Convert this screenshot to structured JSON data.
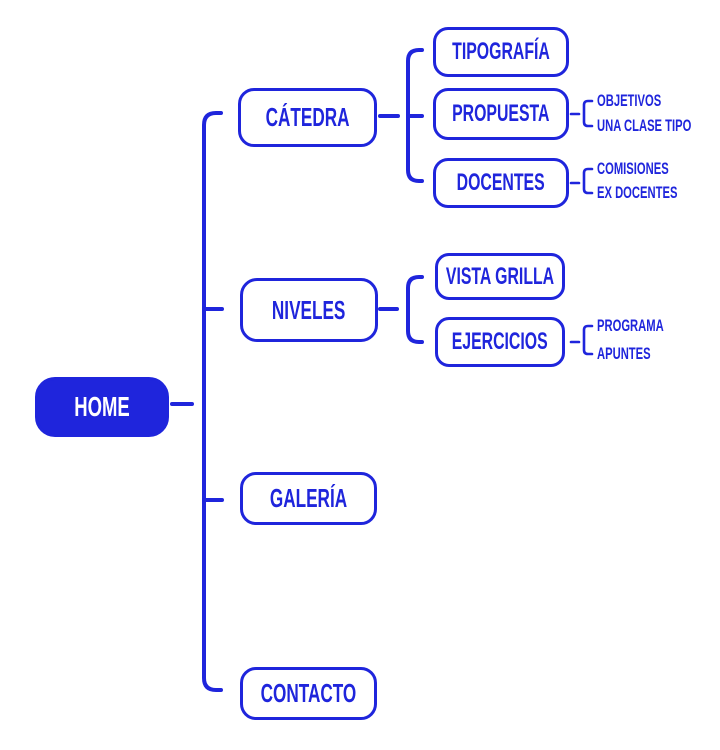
{
  "colors": {
    "accent": "#1f25dc",
    "background": "#ffffff",
    "home_text": "#ffffff"
  },
  "sitemap": {
    "home": {
      "label": "HOME"
    },
    "branches": [
      {
        "label": "CÁTEDRA",
        "children": [
          {
            "label": "TIPOGRAFÍA",
            "children": []
          },
          {
            "label": "PROPUESTA",
            "children": [
              {
                "label": "OBJETIVOS"
              },
              {
                "label": "UNA CLASE TIPO"
              }
            ]
          },
          {
            "label": "DOCENTES",
            "children": [
              {
                "label": "COMISIONES"
              },
              {
                "label": "EX DOCENTES"
              }
            ]
          }
        ]
      },
      {
        "label": "NIVELES",
        "children": [
          {
            "label": "VISTA GRILLA",
            "children": []
          },
          {
            "label": "EJERCICIOS",
            "children": [
              {
                "label": "PROGRAMA"
              },
              {
                "label": "APUNTES"
              }
            ]
          }
        ]
      },
      {
        "label": "GALERÍA",
        "children": []
      },
      {
        "label": "CONTACTO",
        "children": []
      }
    ]
  }
}
